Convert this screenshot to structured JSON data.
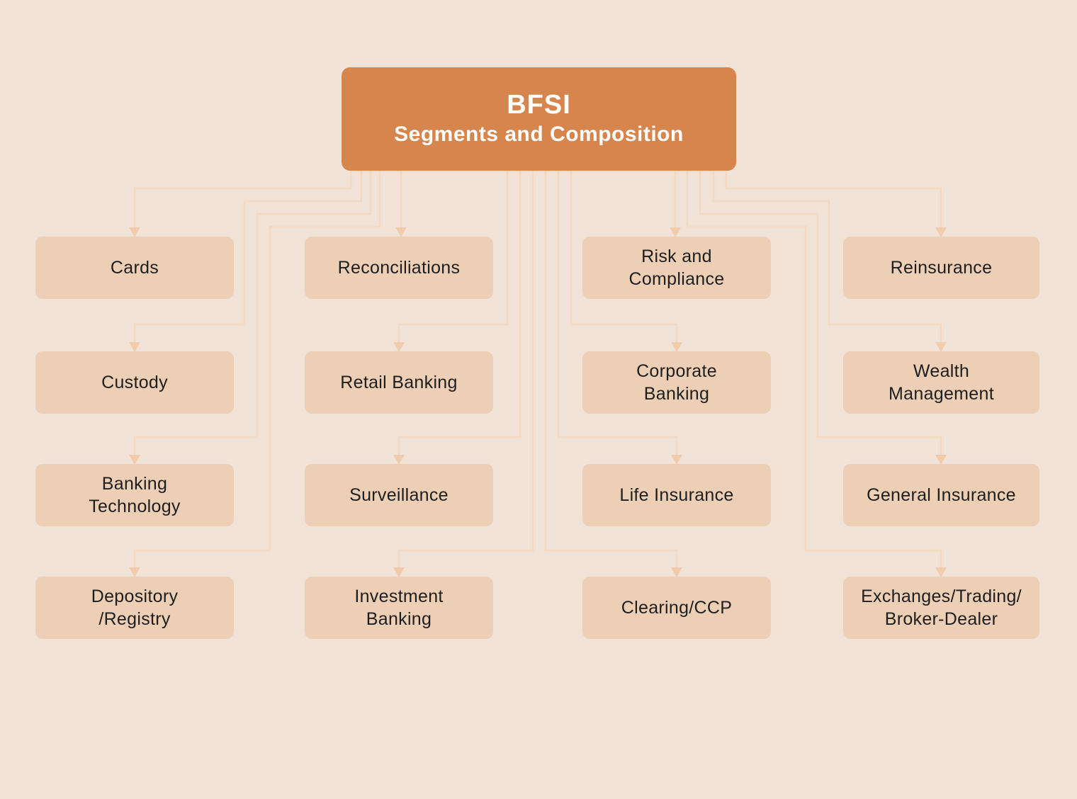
{
  "header": {
    "title": "BFSI",
    "subtitle": "Segments and Composition"
  },
  "nodes": {
    "cards": "Cards",
    "reconciliations": "Reconciliations",
    "risk_compliance": "Risk and\nCompliance",
    "reinsurance": "Reinsurance",
    "custody": "Custody",
    "retail_banking": "Retail Banking",
    "corporate_banking": "Corporate\nBanking",
    "wealth_management": "Wealth\nManagement",
    "banking_technology": "Banking\nTechnology",
    "surveillance": "Surveillance",
    "life_insurance": "Life Insurance",
    "general_insurance": "General Insurance",
    "depository_registry": "Depository\n/Registry",
    "investment_banking": "Investment\nBanking",
    "clearing_ccp": "Clearing/CCP",
    "exchanges_trading": "Exchanges/Trading/\nBroker-Dealer"
  },
  "colors": {
    "background": "#F2E3D9",
    "box": "#ECCFB5",
    "header": "#D6854D",
    "connector": "#F4D8C0",
    "arrow": "#F0CBAC",
    "text": "#1E1E1E",
    "header_text": "#FFFFFF"
  }
}
